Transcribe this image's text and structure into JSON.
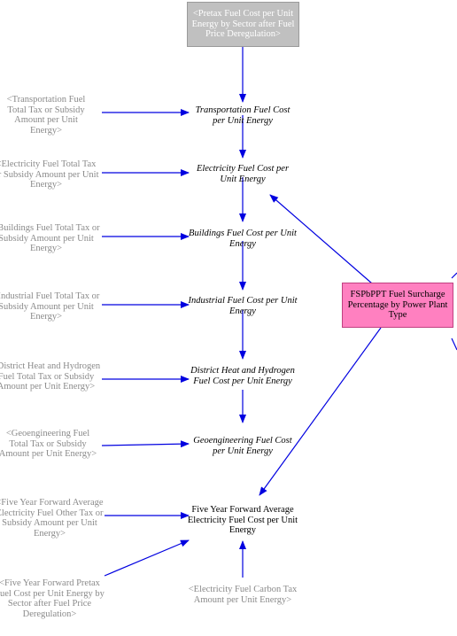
{
  "nodes": {
    "pretax_deregulation": "<Pretax Fuel Cost per Unit Energy by Sector after Fuel Price Deregulation>",
    "transport_tax": "<Transportation Fuel Total Tax or Subsidy Amount per Unit Energy>",
    "transport_cost": "Transportation Fuel Cost per Unit Energy",
    "electricity_tax": "<Electricity Fuel Total Tax or Subsidy Amount per Unit Energy>",
    "electricity_cost": "Electricity Fuel Cost per Unit Energy",
    "buildings_tax": "<Buildings Fuel Total Tax or Subsidy Amount per Unit Energy>",
    "buildings_cost": "Buildings Fuel Cost per Unit Energy",
    "industrial_tax": "<Industrial Fuel Total Tax or Subsidy Amount per Unit Energy>",
    "industrial_cost": "Industrial Fuel Cost per Unit Energy",
    "district_tax": "<District Heat and Hydrogen Fuel Total Tax or Subsidy Amount per Unit Energy>",
    "district_cost": "District Heat and Hydrogen Fuel Cost per Unit Energy",
    "geo_tax": "<Geoengineering Fuel Total Tax or Subsidy Amount per Unit Energy>",
    "geo_cost": "Geoengineering Fuel Cost per Unit Energy",
    "fy_other_tax": "<Five Year Forward Average Electricity Fuel Other Tax or Subsidy Amount per Unit Energy>",
    "fy_elec_cost": "Five Year Forward Average Electricity Fuel Cost per Unit Energy",
    "fy_pretax": "<Five Year Forward Pretax Fuel Cost per Unit Energy by Sector after Fuel Price Deregulation>",
    "carbon_tax": "<Electricity Fuel Carbon Tax Amount per Unit Energy>",
    "fspbppt": "FSPbPPT Fuel Surcharge Percentage by Power Plant Type"
  },
  "colors": {
    "arrow": "#0000e0",
    "gray_box": "#c0c0c0",
    "pink_box": "#ff80c0",
    "ghost_text": "#8a8a8a"
  }
}
